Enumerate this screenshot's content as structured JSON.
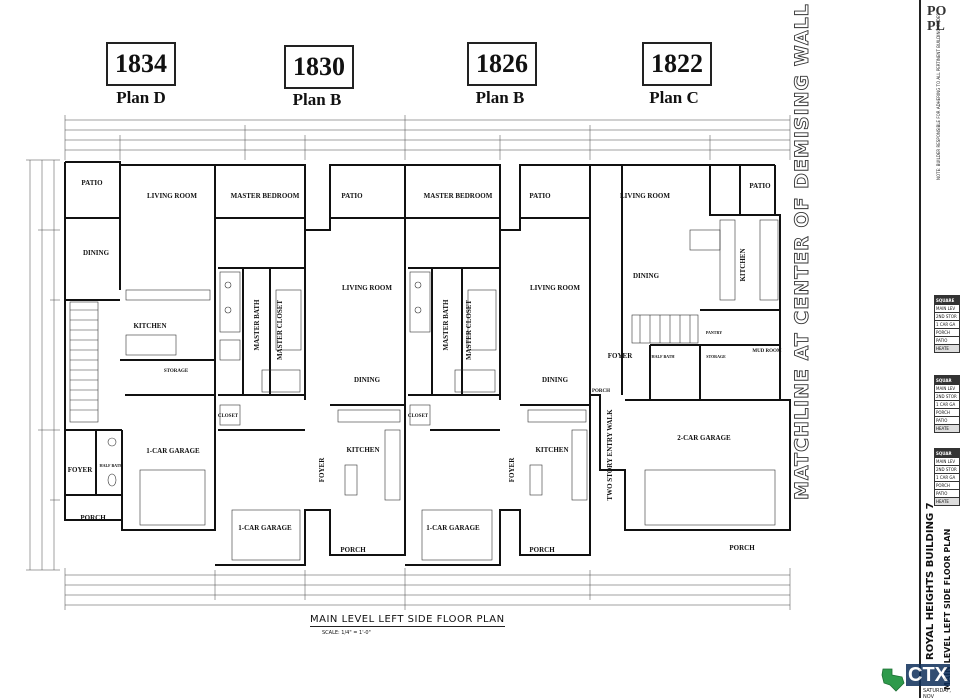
{
  "units": [
    {
      "number": "1834",
      "plan": "Plan D"
    },
    {
      "number": "1830",
      "plan": "Plan B"
    },
    {
      "number": "1826",
      "plan": "Plan B"
    },
    {
      "number": "1822",
      "plan": "Plan C"
    }
  ],
  "rooms": {
    "u1": {
      "patio": "PATIO",
      "living": "LIVING ROOM",
      "dining": "DINING",
      "kitchen": "KITCHEN",
      "storage": "STORAGE",
      "garage": "1-CAR GARAGE",
      "foyer": "FOYER",
      "half_bath": "HALF BATH",
      "porch": "PORCH"
    },
    "u2": {
      "master_bedroom": "MASTER BEDROOM",
      "master_bath": "MASTER BATH",
      "master_closet": "MASTER CLOSET",
      "closet": "CLOSET",
      "garage": "1-CAR GARAGE",
      "patio": "PATIO",
      "living": "LIVING ROOM",
      "dining": "DINING",
      "foyer": "FOYER",
      "kitchen": "KITCHEN",
      "porch": "PORCH"
    },
    "u3": {
      "master_bedroom": "MASTER BEDROOM",
      "master_bath": "MASTER BATH",
      "master_closet": "MASTER CLOSET",
      "closet": "CLOSET",
      "garage": "1-CAR GARAGE",
      "patio": "PATIO",
      "living": "LIVING ROOM",
      "dining": "DINING",
      "foyer": "FOYER",
      "kitchen": "KITCHEN",
      "porch": "PORCH"
    },
    "u4": {
      "entry_walk": "TWO STORY ENTRY WALK",
      "living": "LIVING ROOM",
      "patio": "PATIO",
      "kitchen": "KITCHEN",
      "dining": "DINING",
      "pantry": "PANTRY",
      "foyer": "FOYER",
      "half_bath": "HALF BATH",
      "storage": "STORAGE",
      "mud_room": "MUD ROOM",
      "porch_small": "PORCH",
      "garage": "2-CAR GARAGE",
      "porch": "PORCH"
    }
  },
  "matchline": "MATCHLINE AT CENTER OF DEMISING WALL",
  "drawing_title": "MAIN LEVEL LEFT SIDE FLOOR PLAN",
  "scale": "SCALE: 1/4\" = 1'-0\"",
  "title_block": {
    "logo_line1": "PO",
    "logo_line2": "PL",
    "note": "NOTE: BUILDER RESPONSIBLE FOR ADHERING TO ALL PERTINENT BUILDING CODES",
    "project": "ROYAL HEIGHTS BUILDING 7",
    "sheet": "MAIN LEVEL LEFT SIDE FLOOR PLAN",
    "footer": "SATURDAY, NOV"
  },
  "sq_tables": [
    {
      "rows": [
        "SQUARE",
        "MAIN LEV",
        "2ND STOR",
        "1 CAR GA",
        "PORCH",
        "PATIO",
        "HEATE"
      ]
    },
    {
      "rows": [
        "SQUAR",
        "MAIN LEV",
        "2ND STOR",
        "1 CAR GA",
        "PORCH",
        "PATIO",
        "HEATE"
      ]
    },
    {
      "rows": [
        "SQUAR",
        "MAIN LEV",
        "2ND STOR",
        "1 CAR GA",
        "PORCH",
        "PATIO",
        "HEATE"
      ]
    }
  ],
  "watermark": "CTX",
  "colors": {
    "watermark_bg": "#0e2f5a",
    "line": "#111111"
  }
}
